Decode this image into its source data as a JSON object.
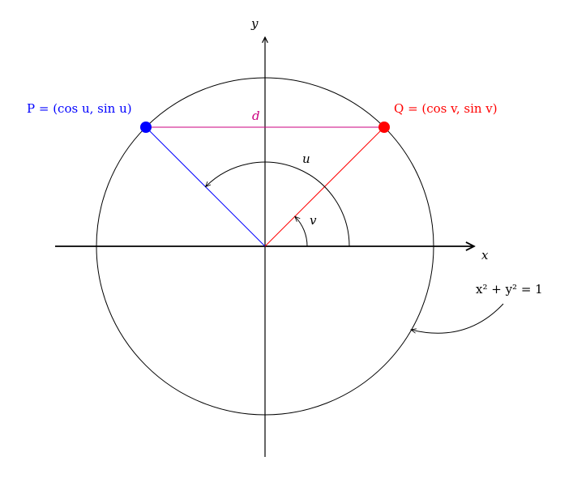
{
  "diagram": {
    "type": "unit-circle-angle-difference",
    "colors": {
      "axis": "#000000",
      "circle": "#000000",
      "point_p": "#0000ff",
      "point_q": "#ff0000",
      "segment_d": "#cc0080",
      "line_op": "#0000ff",
      "line_oq": "#ff0000"
    },
    "axes": {
      "x_label": "x",
      "y_label": "y"
    },
    "circle": {
      "equation_label": "x² + y² = 1"
    },
    "points": {
      "p": {
        "label": "P = (cos u, sin u)",
        "name": "P",
        "angle_deg": 135
      },
      "q": {
        "label": "Q = (cos v, sin v)",
        "name": "Q",
        "angle_deg": 45
      }
    },
    "segment": {
      "label": "d"
    },
    "angles": {
      "u": {
        "label": "u",
        "from_deg": 0,
        "to_deg": 135
      },
      "v": {
        "label": "v",
        "from_deg": 0,
        "to_deg": 45
      }
    }
  }
}
